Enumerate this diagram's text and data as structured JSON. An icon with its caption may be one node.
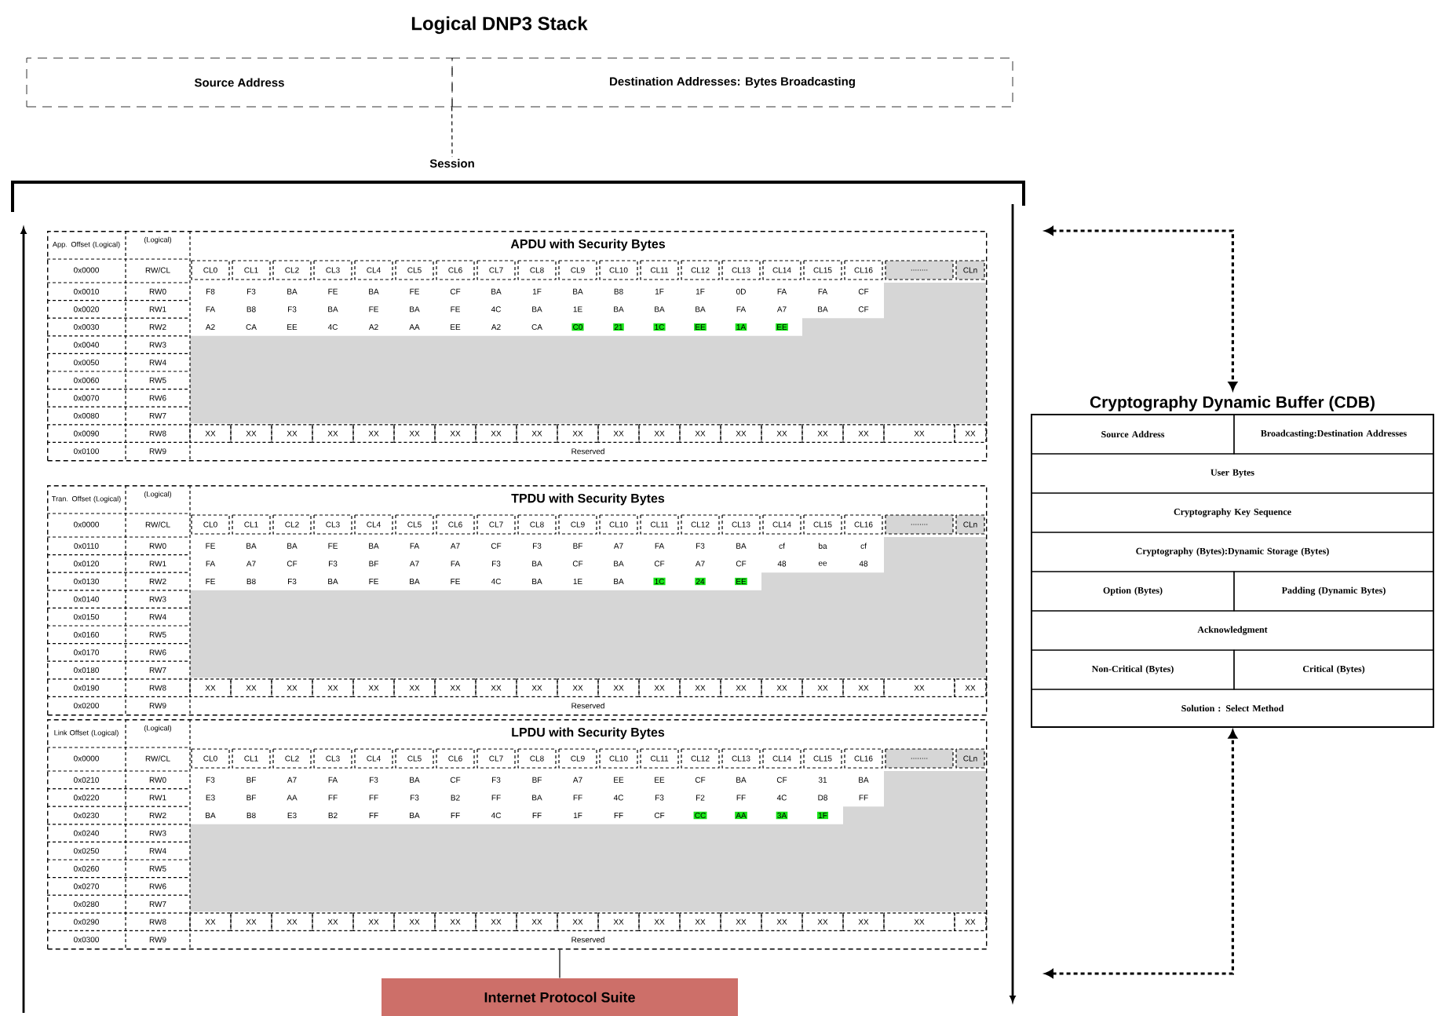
{
  "diagram": {
    "title": "Logical DNP3 Stack",
    "nodes": [
      {
        "text": [
          "Source Address"
        ]
      },
      {
        "text": [
          "Destination  Addresses: Bytes Broadcasting"
        ]
      },
      {
        "text": [
          "Session"
        ]
      },
      {
        "text": [
          "APDU with Security Bytes"
        ]
      },
      {
        "text": [
          "TPDU with Security Bytes"
        ]
      },
      {
        "text": [
          "LPDU with Security Bytes"
        ]
      },
      {
        "text": [
          "Internet Protocol Suite"
        ]
      },
      {
        "text": [
          "Cryptography Dynamic Buffer (CDB)"
        ]
      },
      {
        "text": [
          "Source Address"
        ],
        "in": 7
      },
      {
        "text": [
          "Broadcasting:Destination Addresses"
        ],
        "in": 7
      },
      {
        "text": [
          "User Bytes"
        ],
        "in": 7
      },
      {
        "text": [
          "Cryptography Key Sequence"
        ],
        "in": 7
      },
      {
        "text": [
          "Cryptography (Bytes):Dynamic Storage (Bytes)"
        ],
        "in": 7
      },
      {
        "text": [
          "Option (Bytes)"
        ],
        "in": 7
      },
      {
        "text": [
          "Padding (Dynamic Bytes)"
        ],
        "in": 7
      },
      {
        "text": [
          "Acknowledgment"
        ],
        "in": 7
      },
      {
        "text": [
          "Non-Critical (Bytes)"
        ],
        "in": 7
      },
      {
        "text": [
          "Critical (Bytes)"
        ],
        "in": 7
      },
      {
        "text": [
          "Solution : Select Method"
        ],
        "in": 7
      }
    ],
    "edges": [
      {
        "from": 1,
        "to": 2,
        "arrow": "none",
        "style": "dashed"
      },
      {
        "from": null,
        "to": 7,
        "arrow": "both",
        "style": "dashed"
      },
      {
        "from": null,
        "to": 7,
        "arrow": "both",
        "style": "dashed"
      },
      {
        "from": 5,
        "to": 6,
        "arrow": "none"
      }
    ],
    "labels": [
      "App. Offset (Logical)",
      "(Logical)",
      "0x0000",
      "RW/CL",
      "CL0",
      "CL1",
      "CL2",
      "CL3",
      "CL4",
      "CL5",
      "CL6",
      "CL7",
      "CL8",
      "CL9",
      "CL10",
      "CL11",
      "CL12",
      "CL13",
      "CL14",
      "CL15",
      "CL16",
      "........",
      "CLn",
      "0x0010",
      "RW0",
      "F8",
      "F3",
      "BA",
      "FE",
      "BA",
      "FE",
      "CF",
      "BA",
      "1F",
      "BA",
      "B8",
      "1F",
      "1F",
      "0D",
      "FA",
      "FA",
      "CF",
      "0x0020",
      "RW1",
      "FA",
      "B8",
      "F3",
      "BA",
      "FE",
      "BA",
      "FE",
      "4C",
      "BA",
      "1E",
      "BA",
      "BA",
      "BA",
      "FA",
      "A7",
      "BA",
      "CF",
      "0x0030",
      "RW2",
      "A2",
      "CA",
      "EE",
      "4C",
      "A2",
      "AA",
      "EE",
      "A2",
      "CA",
      "C0",
      "21",
      "1C",
      "EE",
      "1A",
      "EE",
      "0x0040",
      "RW3",
      "0x0050",
      "RW4",
      "0x0060",
      "RW5",
      "0x0070",
      "RW6",
      "0x0080",
      "RW7",
      "0x0090",
      "RW8",
      "XX",
      "XX",
      "XX",
      "XX",
      "XX",
      "XX",
      "XX",
      "XX",
      "XX",
      "XX",
      "XX",
      "XX",
      "XX",
      "XX",
      "XX",
      "XX",
      "XX",
      "XX",
      "XX",
      "0x0100",
      "RW9",
      "Reserved",
      "Tran. Offset (Logical)",
      "(Logical)",
      "0x0000",
      "RW/CL",
      "CL0",
      "CL1",
      "CL2",
      "CL3",
      "CL4",
      "CL5",
      "CL6",
      "CL7",
      "CL8",
      "CL9",
      "CL10",
      "CL11",
      "CL12",
      "CL13",
      "CL14",
      "CL15",
      "CL16",
      "........",
      "CLn",
      "0x0110",
      "RW0",
      "FE",
      "BA",
      "BA",
      "FE",
      "BA",
      "FA",
      "A7",
      "CF",
      "F3",
      "BF",
      "A7",
      "FA",
      "F3",
      "BA",
      "cf",
      "ba",
      "cf",
      "0x0120",
      "RW1",
      "FA",
      "A7",
      "CF",
      "F3",
      "BF",
      "A7",
      "FA",
      "F3",
      "BA",
      "CF",
      "BA",
      "CF",
      "A7",
      "CF",
      "48",
      "ee",
      "48",
      "0x0130",
      "RW2",
      "FE",
      "B8",
      "F3",
      "BA",
      "FE",
      "BA",
      "FE",
      "4C",
      "BA",
      "1E",
      "BA",
      "1C",
      "24",
      "EE",
      "0x0140",
      "RW3",
      "0x0150",
      "RW4",
      "0x0160",
      "RW5",
      "0x0170",
      "RW6",
      "0x0180",
      "RW7",
      "0x0190",
      "RW8",
      "XX",
      "XX",
      "XX",
      "XX",
      "XX",
      "XX",
      "XX",
      "XX",
      "XX",
      "XX",
      "XX",
      "XX",
      "XX",
      "XX",
      "XX",
      "XX",
      "XX",
      "XX",
      "XX",
      "0x0200",
      "RW9",
      "Reserved",
      "Link Offset (Logical)",
      "(Logical)",
      "0x0000",
      "RW/CL",
      "CL0",
      "CL1",
      "CL2",
      "CL3",
      "CL4",
      "CL5",
      "CL6",
      "CL7",
      "CL8",
      "CL9",
      "CL10",
      "CL11",
      "CL12",
      "CL13",
      "CL14",
      "CL15",
      "CL16",
      "........",
      "CLn",
      "0x0210",
      "RW0",
      "F3",
      "BF",
      "A7",
      "FA",
      "F3",
      "BA",
      "CF",
      "F3",
      "BF",
      "A7",
      "EE",
      "EE",
      "CF",
      "BA",
      "CF",
      "31",
      "BA",
      "0x0220",
      "RW1",
      "E3",
      "BF",
      "AA",
      "FF",
      "FF",
      "F3",
      "B2",
      "FF",
      "BA",
      "FF",
      "4C",
      "F3",
      "F2",
      "FF",
      "4C",
      "D8",
      "FF",
      "0x0230",
      "RW2",
      "BA",
      "B8",
      "E3",
      "B2",
      "FF",
      "BA",
      "FF",
      "4C",
      "FF",
      "1F",
      "FF",
      "CF",
      "CC",
      "AA",
      "3A",
      "1F",
      "0x0240",
      "RW3",
      "0x0250",
      "RW4",
      "0x0260",
      "RW5",
      "0x0270",
      "RW6",
      "0x0280",
      "RW7",
      "0x0290",
      "RW8",
      "XX",
      "XX",
      "XX",
      "XX",
      "XX",
      "XX",
      "XX",
      "XX",
      "XX",
      "XX",
      "XX",
      "XX",
      "XX",
      "XX",
      "XX",
      "XX",
      "XX",
      "XX",
      "XX",
      "0x0300",
      "RW9",
      "Reserved"
    ]
  }
}
